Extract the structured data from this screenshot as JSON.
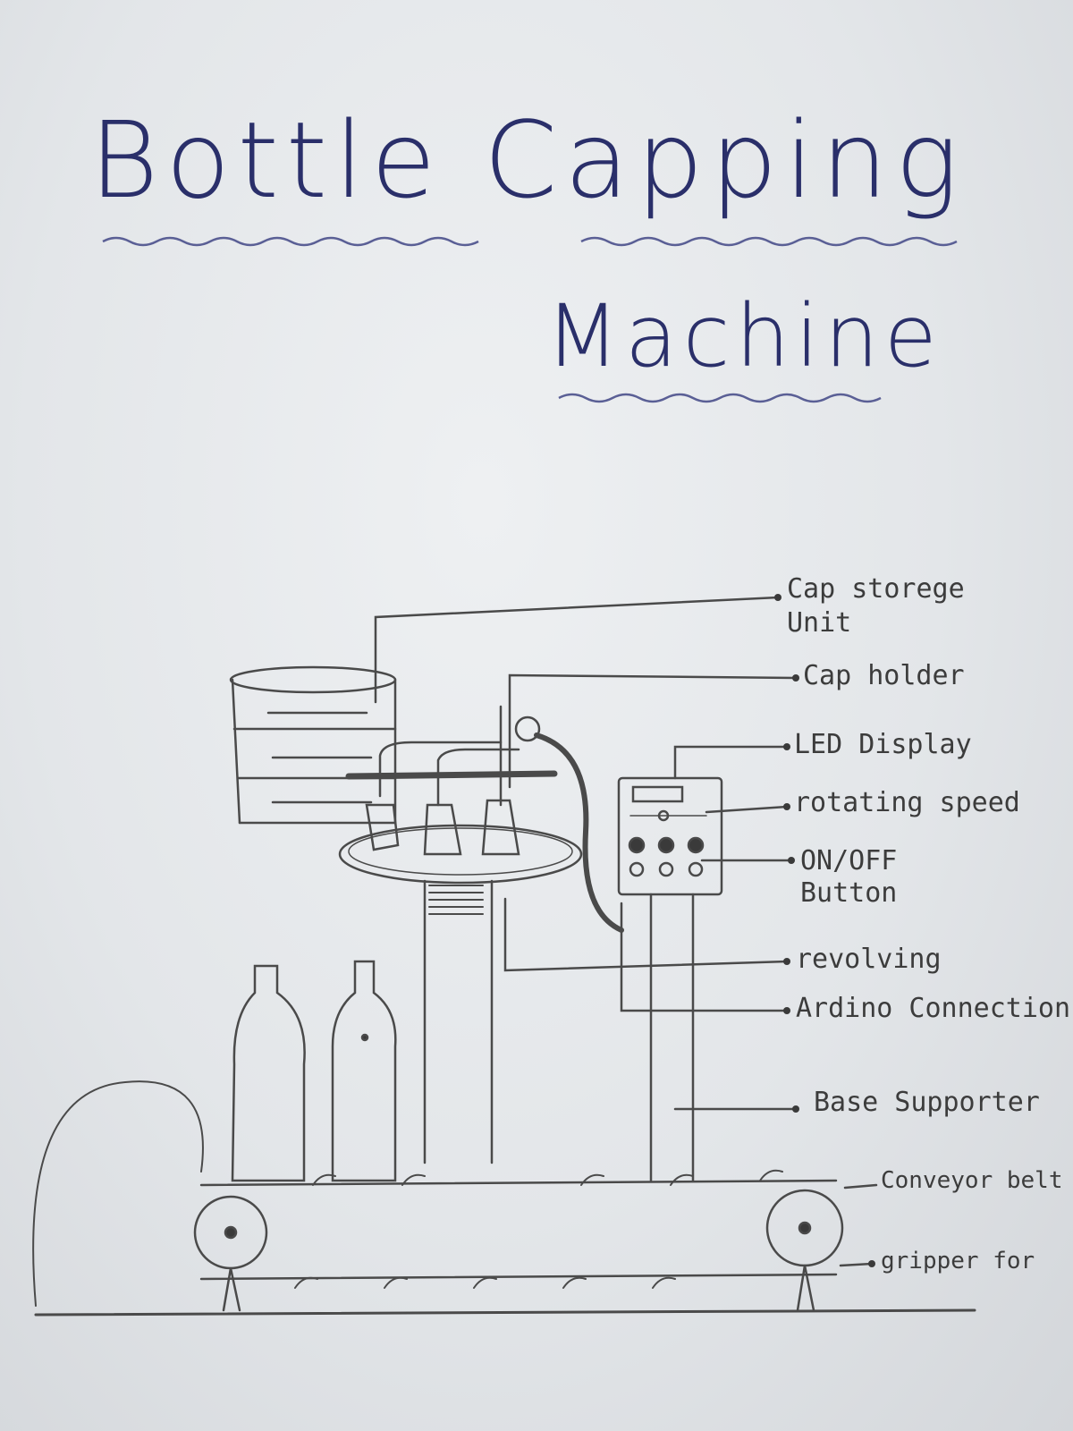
{
  "title": {
    "line1": "Bottle Capping",
    "line2": "Machine"
  },
  "labels": {
    "cap_storage_unit": "Cap storege Unit",
    "cap_holder": "Cap holder",
    "led_display": "LED Display",
    "rotating_speed": "rotating speed",
    "on_off_button": "ON/OFF Button",
    "revolving": "revolving",
    "arduino_connection": "Ardino Connection",
    "base_supporter": "Base Supporter",
    "conveyor_belt": "Conveyor belt",
    "gripper": "gripper for"
  },
  "colors": {
    "ink": "#2a2f6a",
    "pencil": "#4a4a4a",
    "paper": "#e6e9ec"
  }
}
